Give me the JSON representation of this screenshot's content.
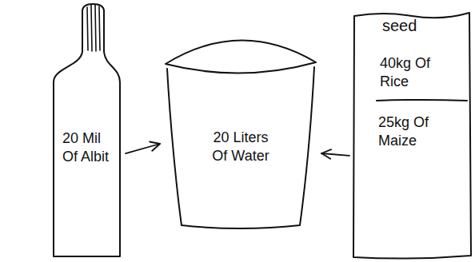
{
  "diagram": {
    "nodes": [
      {
        "text": [
          "20 Mil Of Albit"
        ]
      },
      {
        "text": [
          "20 Liters Of Water"
        ]
      },
      {
        "text": [
          "seed",
          "40kg Of Rice",
          "25kg Of Maize"
        ]
      }
    ],
    "edges": [
      {
        "from": 0,
        "to": 1,
        "arrow": "to"
      },
      {
        "from": 2,
        "to": 1,
        "arrow": "to"
      }
    ]
  }
}
